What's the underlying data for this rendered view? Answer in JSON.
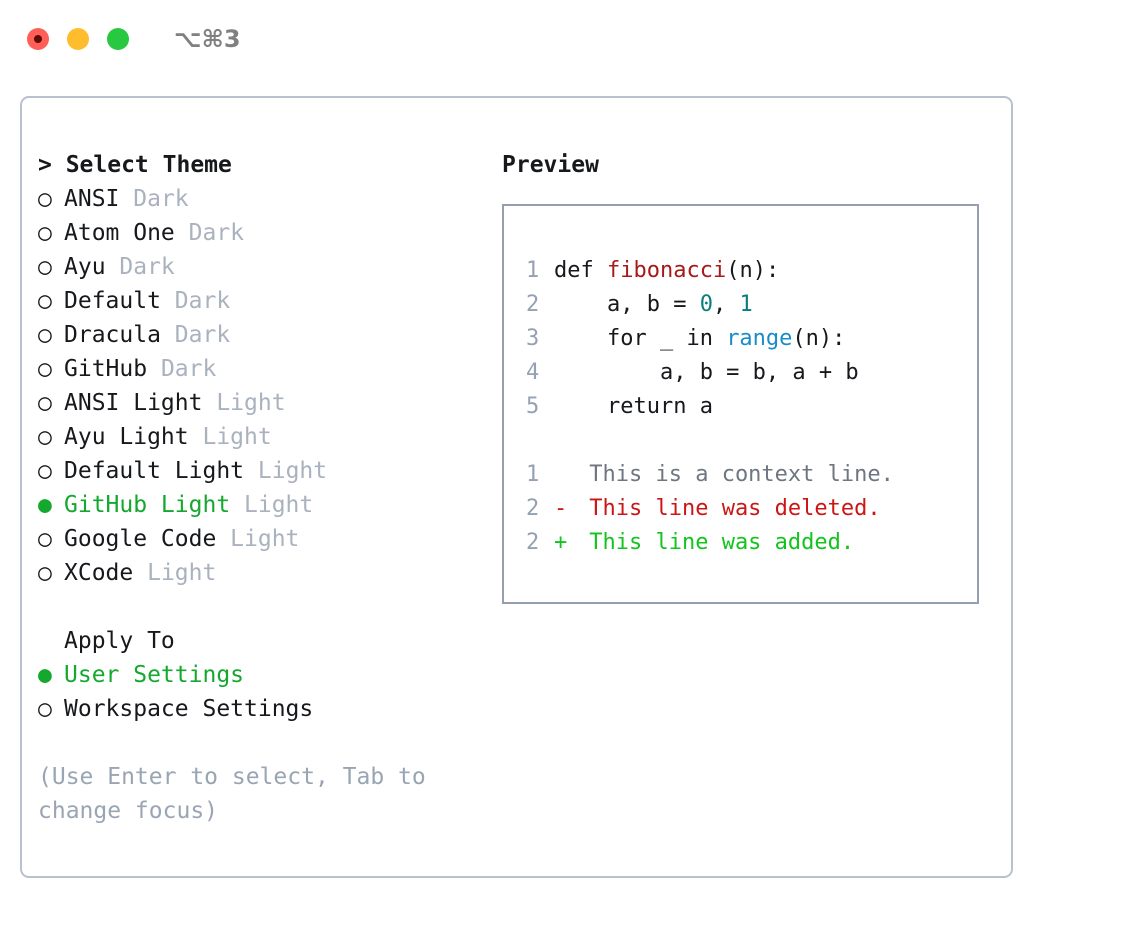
{
  "titlebar": {
    "dots": [
      {
        "name": "close-dot",
        "color": "#ff5f57"
      },
      {
        "name": "minimize-dot",
        "color": "#ffbd2e"
      },
      {
        "name": "maximize-dot",
        "color": "#28c840"
      }
    ],
    "shortcut": "⌥⌘3"
  },
  "theme_picker": {
    "header": "> Select Theme",
    "items": [
      {
        "bullet": "○",
        "name": "ANSI",
        "tag": "Dark",
        "selected": false
      },
      {
        "bullet": "○",
        "name": "Atom One",
        "tag": "Dark",
        "selected": false
      },
      {
        "bullet": "○",
        "name": "Ayu",
        "tag": "Dark",
        "selected": false
      },
      {
        "bullet": "○",
        "name": "Default",
        "tag": "Dark",
        "selected": false
      },
      {
        "bullet": "○",
        "name": "Dracula",
        "tag": "Dark",
        "selected": false
      },
      {
        "bullet": "○",
        "name": "GitHub",
        "tag": "Dark",
        "selected": false
      },
      {
        "bullet": "○",
        "name": "ANSI Light",
        "tag": "Light",
        "selected": false
      },
      {
        "bullet": "○",
        "name": "Ayu Light",
        "tag": "Light",
        "selected": false
      },
      {
        "bullet": "○",
        "name": "Default Light",
        "tag": "Light",
        "selected": false
      },
      {
        "bullet": "●",
        "name": "GitHub Light",
        "tag": "Light",
        "selected": true
      },
      {
        "bullet": "○",
        "name": "Google Code",
        "tag": "Light",
        "selected": false
      },
      {
        "bullet": "○",
        "name": "XCode",
        "tag": "Light",
        "selected": false
      }
    ]
  },
  "apply_to": {
    "header": "Apply To",
    "items": [
      {
        "bullet": "●",
        "name": "User Settings",
        "selected": true
      },
      {
        "bullet": "○",
        "name": "Workspace Settings",
        "selected": false
      }
    ]
  },
  "hint": "(Use Enter to select, Tab to change focus)",
  "preview": {
    "title": "Preview",
    "code_lines": [
      {
        "num": "1",
        "segments": [
          {
            "text": "def ",
            "kind": "plain"
          },
          {
            "text": "fibonacci",
            "kind": "fn"
          },
          {
            "text": "(n):",
            "kind": "plain"
          }
        ]
      },
      {
        "num": "2",
        "segments": [
          {
            "text": "    a, b = ",
            "kind": "plain"
          },
          {
            "text": "0",
            "kind": "num"
          },
          {
            "text": ", ",
            "kind": "plain"
          },
          {
            "text": "1",
            "kind": "num"
          }
        ]
      },
      {
        "num": "3",
        "segments": [
          {
            "text": "    for _ in ",
            "kind": "plain"
          },
          {
            "text": "range",
            "kind": "call"
          },
          {
            "text": "(n):",
            "kind": "plain"
          }
        ]
      },
      {
        "num": "4",
        "segments": [
          {
            "text": "        a, b = b, a + b",
            "kind": "plain"
          }
        ]
      },
      {
        "num": "5",
        "segments": [
          {
            "text": "    return a",
            "kind": "plain"
          }
        ]
      }
    ],
    "diff_lines": [
      {
        "num": "1",
        "marker": " ",
        "text": " This is a context line.",
        "kind": "ctx"
      },
      {
        "num": "2",
        "marker": "-",
        "text": " This line was deleted.",
        "kind": "del"
      },
      {
        "num": "2",
        "marker": "+",
        "text": " This line was added.",
        "kind": "add"
      }
    ]
  },
  "colors": {
    "accent_green": "#15a82f",
    "muted": "#a9b2be",
    "hint": "#9aa5b4",
    "border_window": "#b8c2cf",
    "border_preview": "#94a0b0",
    "syntax_function": "#a81919",
    "syntax_number": "#0a7d7d",
    "syntax_call": "#1a8cc8",
    "diff_added": "#14c41e",
    "diff_deleted": "#cc1616",
    "diff_context": "#6e7681",
    "line_number": "#95a1b2"
  }
}
